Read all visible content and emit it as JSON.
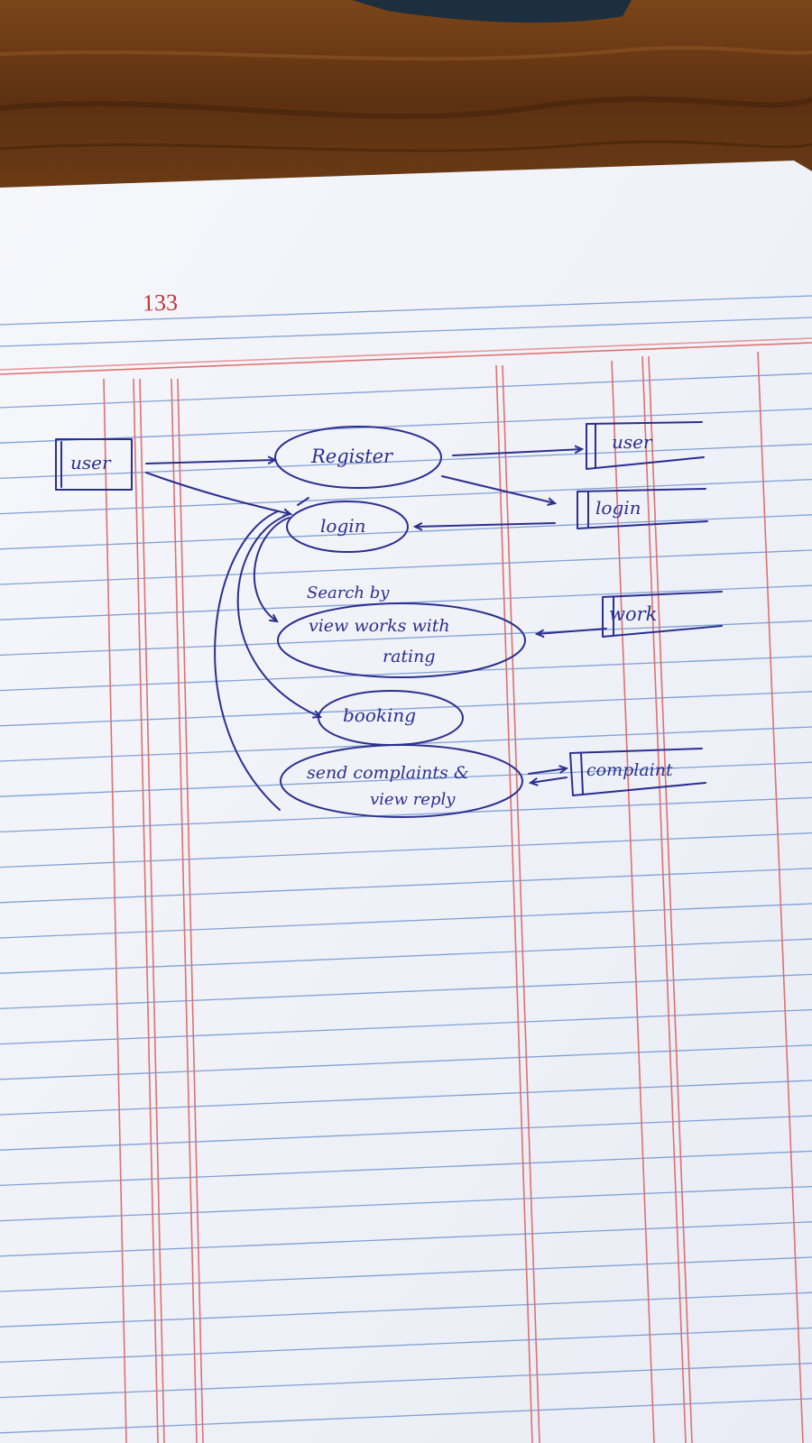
{
  "page": {
    "number": "133"
  },
  "diagram": {
    "external_entity": "user",
    "processes": {
      "register": "Register",
      "login": "login",
      "search_by": "Search by",
      "view_works_line1": "view works with",
      "view_works_line2": "rating",
      "booking": "booking",
      "complaint_line1": "send complaints &",
      "complaint_line2": "view reply"
    },
    "data_stores": {
      "user": "user",
      "login": "login",
      "work": "work",
      "complaint": "complaint"
    }
  },
  "colors": {
    "ink": "#2b2f8f",
    "paper": "#f3f5fb",
    "ruled_line": "#5b86c9",
    "margin_line": "#e07070",
    "page_number": "#c0343a",
    "desk": "#6b3b17"
  }
}
